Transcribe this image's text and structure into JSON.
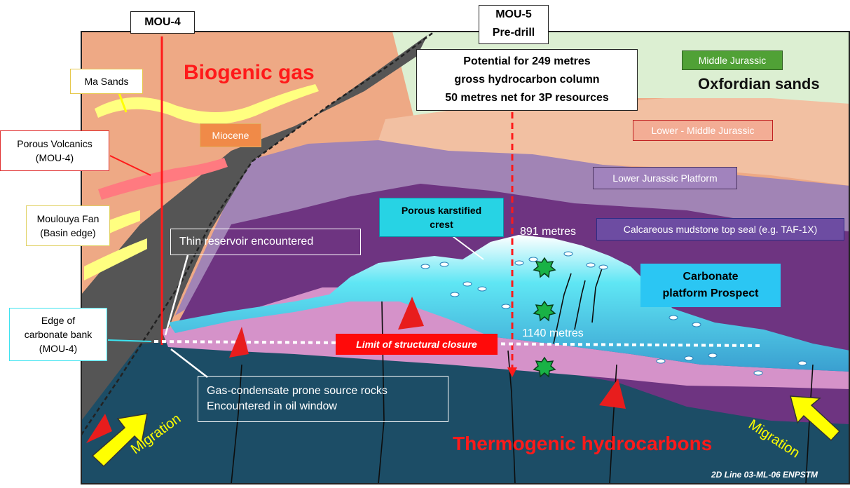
{
  "wells": {
    "mou4": "MOU-4",
    "mou5": "MOU-5\nPre-drill"
  },
  "potential_box": "Potential for 249 metres\ngross hydrocarbon column\n50 metres net for 3P resources",
  "titles": {
    "biogenic_gas": "Biogenic gas",
    "thermogenic": "Thermogenic hydrocarbons",
    "oxfordian_sands": "Oxfordian sands"
  },
  "units": {
    "middle_jurassic": "Middle Jurassic",
    "lower_middle_jurassic": "Lower - Middle Jurassic",
    "lower_jurassic_platform": "Lower Jurassic Platform",
    "calcareous_seal": "Calcareous mudstone top seal (e.g. TAF-1X)",
    "miocene": "Miocene"
  },
  "callouts": {
    "ma_sands": "Ma Sands",
    "porous_volcanics": "Porous Volcanics\n(MOU-4)",
    "moulouya_fan": "Moulouya Fan\n(Basin edge)",
    "edge_carbonate": "Edge of\ncarbonate bank\n(MOU-4)",
    "thin_reservoir": "Thin reservoir encountered",
    "gas_condensate": "Gas-condensate prone source rocks\nEncountered in oil window",
    "porous_karstified": "Porous karstified\ncrest",
    "carbonate_prospect": "Carbonate\nplatform Prospect",
    "limit_closure": "Limit of structural closure"
  },
  "depths": {
    "crest": "891 metres",
    "closure": "1140 metres"
  },
  "migration": {
    "left": "Migration",
    "right": "Migration"
  },
  "line_ref": "2D Line 03-ML-06 ENPSTM",
  "colors": {
    "miocene_bg": "#eea985",
    "lower_middle_jurassic": "#f2c0a2",
    "middle_jurassic": "#dcefd2",
    "lower_jurassic_platform": "#a184b5",
    "seal": "#6e3481",
    "basement": "#1c4d66",
    "reservoir_cyan": "#5fdcef",
    "alert_red": "#ff1a1a",
    "migration_yellow": "#ffff00"
  }
}
